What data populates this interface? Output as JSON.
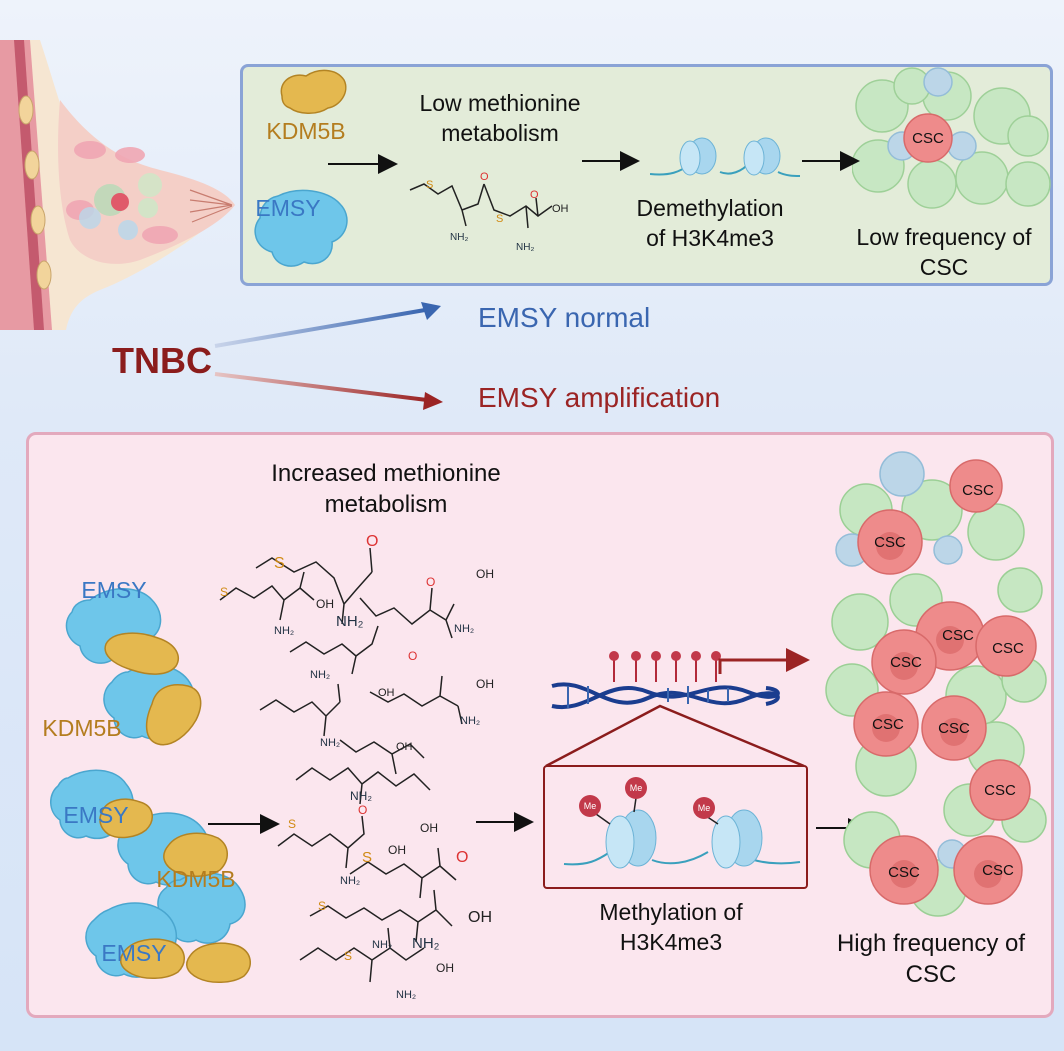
{
  "colors": {
    "tnbc": "#8b1c1c",
    "emsy_normal": "#3a66b0",
    "emsy_amp": "#9b2424",
    "top_panel_bg": "#e3ecd9",
    "top_panel_border": "#8aa3d6",
    "bottom_panel_bg": "#fbe6ee",
    "bottom_panel_border": "#e3a9bd"
  },
  "main": {
    "tnbc": "TNBC",
    "emsy_normal": "EMSY normal",
    "emsy_amplification": "EMSY amplification"
  },
  "top_panel": {
    "kdm5b": "KDM5B",
    "emsy": "EMSY",
    "metabolism_line1": "Low methionine",
    "metabolism_line2": "metabolism",
    "demethylation_line1": "Demethylation",
    "demethylation_line2": "of H3K4me3",
    "outcome_line1": "Low frequency of",
    "outcome_line2": "CSC",
    "cell_label": "CSC"
  },
  "bottom_panel": {
    "metabolism_line1": "Increased methionine",
    "metabolism_line2": "metabolism",
    "emsy": "EMSY",
    "kdm5b": "KDM5B",
    "methylation_line1": "Methylation of",
    "methylation_line2": "H3K4me3",
    "me": "Me",
    "outcome_line1": "High frequency of",
    "outcome_line2": "CSC",
    "cell_label": "CSC"
  },
  "chem": {
    "s": "S",
    "o": "O",
    "oh": "OH",
    "nh2": "NH₂"
  }
}
